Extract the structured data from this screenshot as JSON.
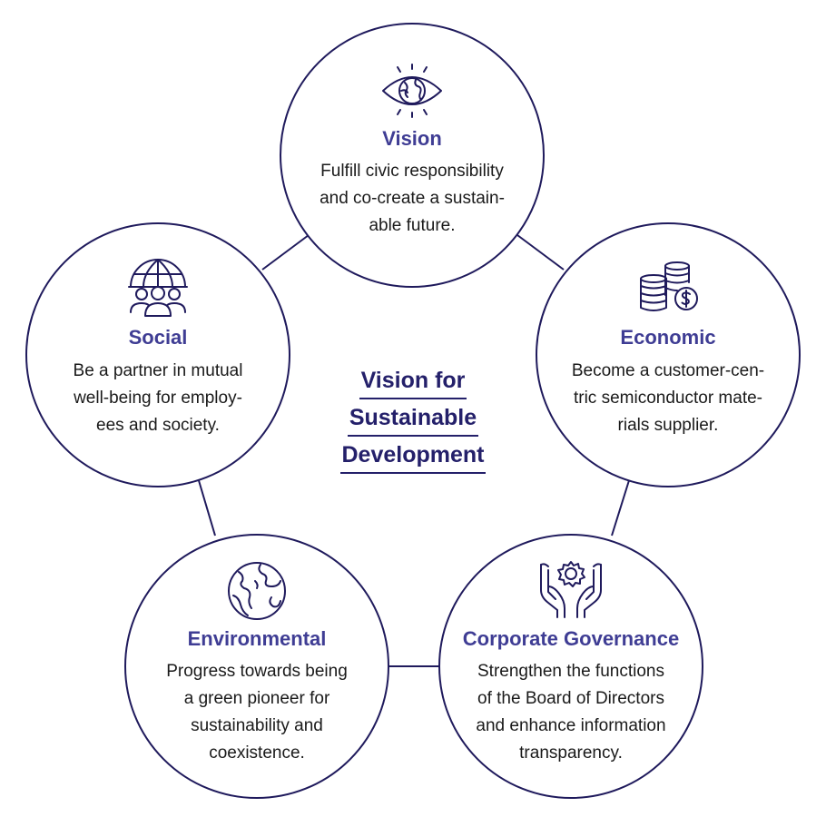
{
  "center_title": {
    "lines": [
      "Vision for",
      "Sustainable",
      "Development"
    ]
  },
  "nodes": {
    "vision": {
      "title": "Vision",
      "icon": "eye-globe-icon",
      "desc_lines": [
        "Fulfill civic responsibility",
        "and co-create a sustain-",
        "able future."
      ]
    },
    "economic": {
      "title": "Economic",
      "icon": "coin-stack-dollar-icon",
      "desc_lines": [
        "Become a customer-cen-",
        "tric semiconductor mate-",
        "rials supplier."
      ]
    },
    "governance": {
      "title": "Corporate Governance",
      "icon": "hands-gear-icon",
      "desc_lines": [
        "Strengthen the functions",
        "of the Board of Directors",
        "and enhance information",
        "transparency."
      ]
    },
    "environmental": {
      "title": "Environmental",
      "icon": "earth-globe-icon",
      "desc_lines": [
        "Progress towards being",
        "a green pioneer for",
        "sustainability and",
        "coexistence."
      ]
    },
    "social": {
      "title": "Social",
      "icon": "globe-people-icon",
      "desc_lines": [
        "Be a partner in mutual",
        "well-being for employ-",
        "ees and society."
      ]
    }
  },
  "colors": {
    "outline": "#1f1a5c",
    "title": "#3f3d94",
    "center_text": "#24206a",
    "body_text": "#1a1a1a"
  }
}
